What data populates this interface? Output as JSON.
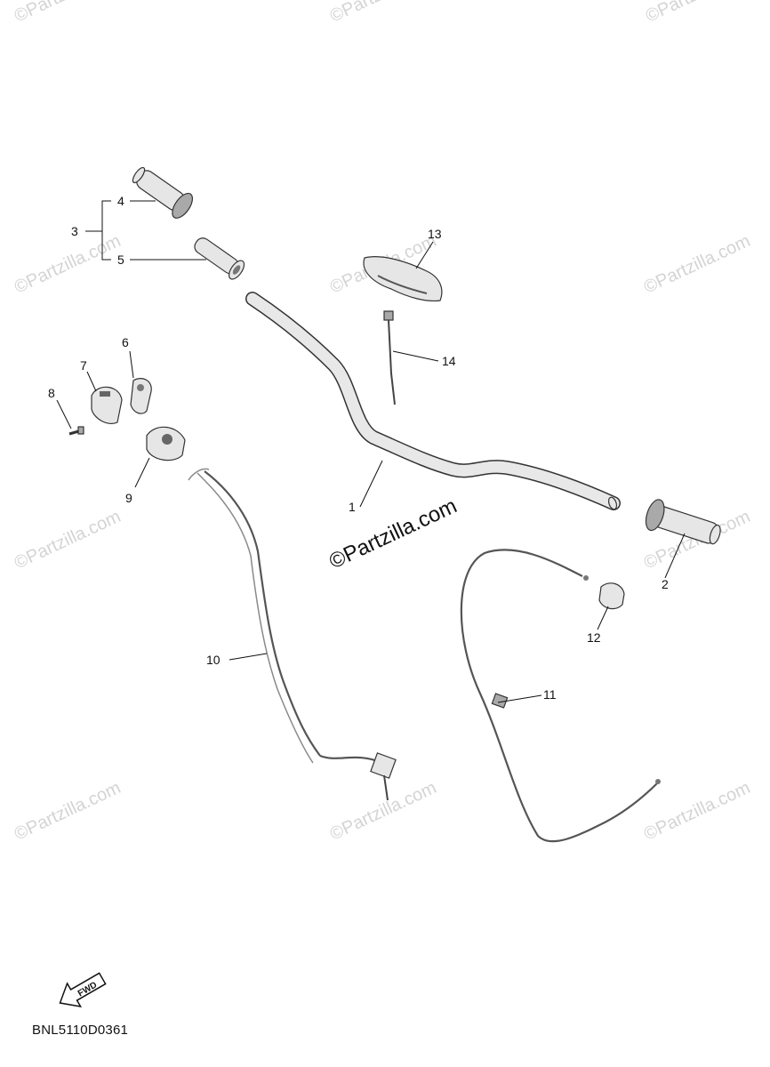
{
  "watermark": "©Partzilla.com",
  "center_watermark": "©Partzilla.com",
  "document_code": "BNL5110D0361",
  "fwd_label": "FWD",
  "callouts": {
    "c1": "1",
    "c2": "2",
    "c3": "3",
    "c4": "4",
    "c5": "5",
    "c6": "6",
    "c7": "7",
    "c8": "8",
    "c9": "9",
    "c10": "10",
    "c11": "11",
    "c12": "12",
    "c13": "13",
    "c14": "14"
  }
}
